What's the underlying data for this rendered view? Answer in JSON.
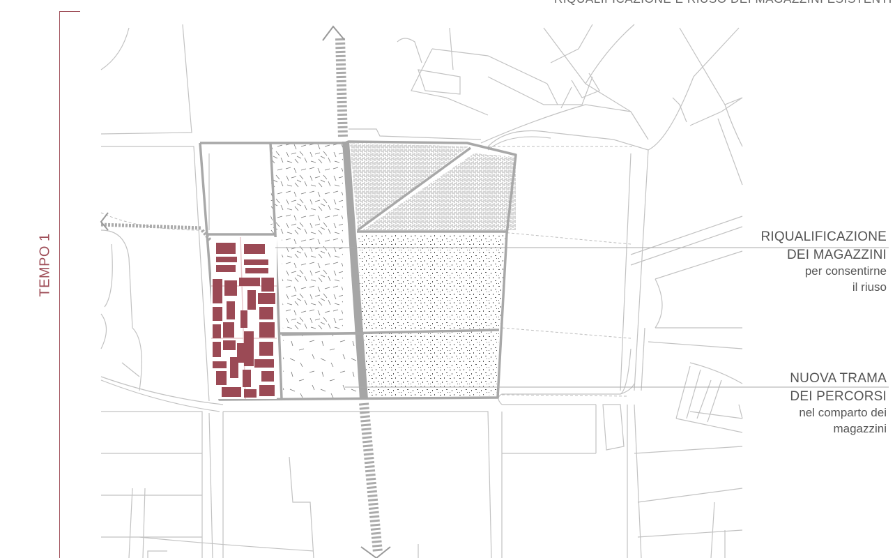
{
  "header": {
    "title": "RIQUALIFICAZIONE E RIUSO DEI MAGAZZINI ESISTENTI"
  },
  "side_label": {
    "text": "TEMPO 1"
  },
  "annotations": [
    {
      "lines": [
        "RIQUALIFICAZIONE",
        "DEI MAGAZZINI"
      ],
      "sub": [
        "per consentirne",
        "il riuso"
      ]
    },
    {
      "lines": [
        "NUOVA TRAMA",
        "DEI PERCORSI"
      ],
      "sub": [
        "nel comparto dei",
        "magazzini"
      ]
    }
  ],
  "colors": {
    "building": "#9b4a55",
    "road": "#bbbbbb",
    "block_outline": "#a8a8a8",
    "main_axis": "#a6a6a6",
    "accent": "#a0505a"
  }
}
